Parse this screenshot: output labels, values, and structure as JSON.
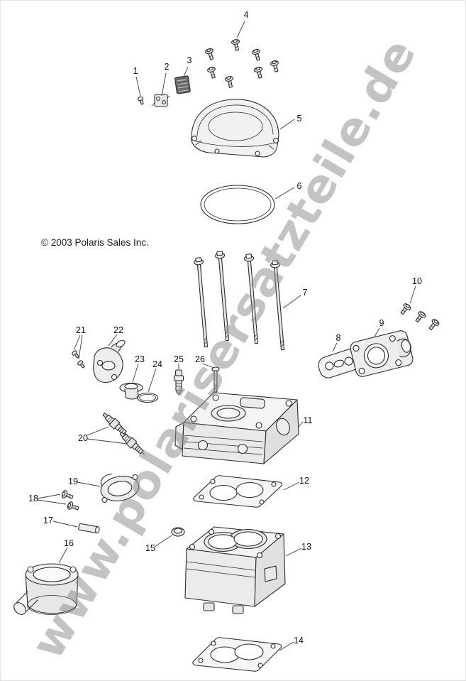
{
  "copyright": "© 2003 Polaris Sales Inc.",
  "watermark": "www.polarisersatzteile.de",
  "colors": {
    "line": "#2b2b2b",
    "watermark": "#8c8c8c",
    "background": "#ffffff"
  },
  "callouts": [
    {
      "label": "1"
    },
    {
      "label": "2"
    },
    {
      "label": "3"
    },
    {
      "label": "4"
    },
    {
      "label": "5"
    },
    {
      "label": "6"
    },
    {
      "label": "7"
    },
    {
      "label": "8"
    },
    {
      "label": "9"
    },
    {
      "label": "10"
    },
    {
      "label": "11"
    },
    {
      "label": "12"
    },
    {
      "label": "13"
    },
    {
      "label": "14"
    },
    {
      "label": "15"
    },
    {
      "label": "16"
    },
    {
      "label": "17"
    },
    {
      "label": "18"
    },
    {
      "label": "19"
    },
    {
      "label": "20"
    },
    {
      "label": "21"
    },
    {
      "label": "22"
    },
    {
      "label": "23"
    },
    {
      "label": "24"
    },
    {
      "label": "25"
    },
    {
      "label": "26"
    }
  ]
}
